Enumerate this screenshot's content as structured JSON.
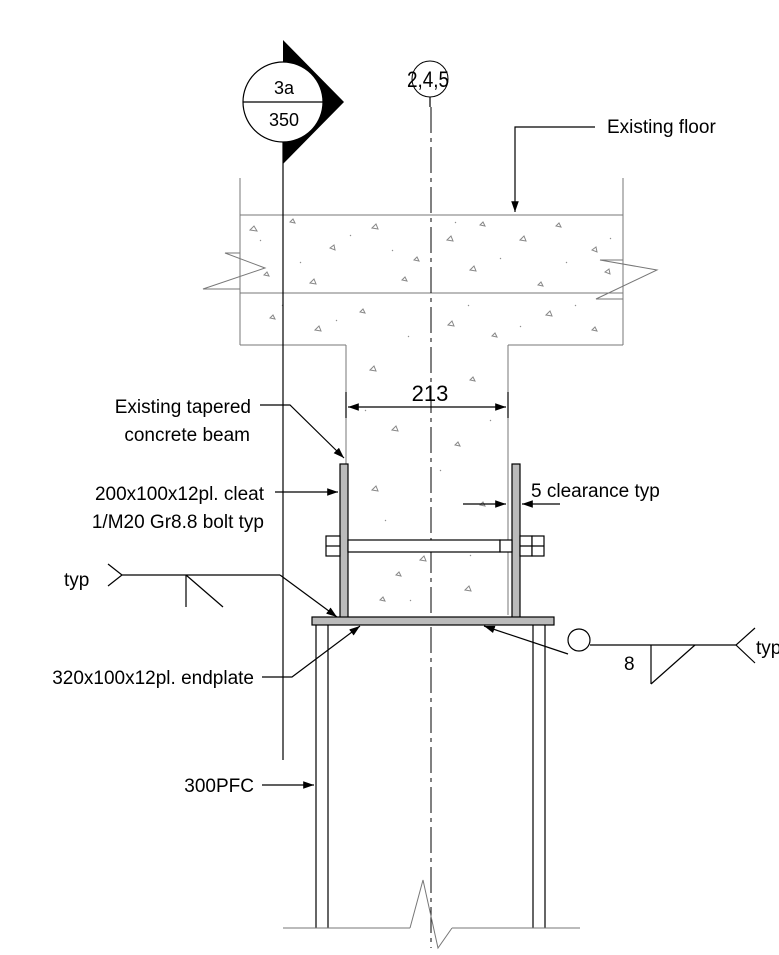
{
  "section_marker": {
    "top": "3a",
    "bottom": "350"
  },
  "grid_reference": "2,4,5",
  "labels": {
    "existing_floor": "Existing floor",
    "tapered_beam_line1": "Existing tapered",
    "tapered_beam_line2": "concrete beam",
    "cleat_line1": "200x100x12pl. cleat",
    "cleat_line2": "1/M20 Gr8.8 bolt typ",
    "endplate": "320x100x12pl. endplate",
    "pfc": "300PFC",
    "clearance": "5 clearance typ",
    "weld_typ_left": "typ",
    "weld_typ_right": "typ",
    "weld_size": "8"
  },
  "dimensions": {
    "beam_width": "213"
  }
}
